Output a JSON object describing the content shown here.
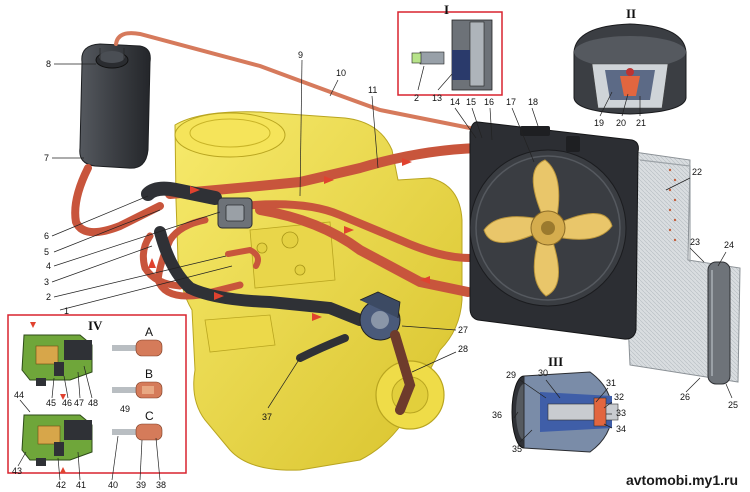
{
  "watermark": "avtomobi.my1.ru",
  "insets": {
    "I": "I",
    "II": "II",
    "III": "III",
    "IV": "IV"
  },
  "thermostat_states": {
    "A": "A",
    "B": "B",
    "C": "C"
  },
  "callouts": {
    "n1": "1",
    "n2": "2",
    "n3": "3",
    "n4": "4",
    "n5": "5",
    "n6": "6",
    "n7": "7",
    "n8": "8",
    "n9": "9",
    "n10": "10",
    "n11": "11",
    "n12": "2",
    "n13": "13",
    "n14": "14",
    "n15": "15",
    "n16": "16",
    "n17": "17",
    "n18": "18",
    "n19": "19",
    "n20": "20",
    "n21": "21",
    "n22": "22",
    "n23": "23",
    "n24": "24",
    "n25": "25",
    "n26": "26",
    "n27": "27",
    "n28": "28",
    "n29": "29",
    "n30": "30",
    "n31": "31",
    "n32": "32",
    "n33": "33",
    "n34": "34",
    "n35": "35",
    "n36": "36",
    "n37": "37",
    "n38": "38",
    "n39": "39",
    "n40": "40",
    "n41": "41",
    "n42": "42",
    "n43": "43",
    "n44": "44",
    "n45": "45",
    "n46": "46",
    "n47": "47",
    "n48": "48",
    "n49": "49"
  },
  "colors": {
    "engine": "#f2e14a",
    "engine_shade": "#d9c62e",
    "hose_red": "#c8553c",
    "hose_dark": "#2f3136",
    "tank": "#3a3d42",
    "radiator_frame": "#2c2e33",
    "radiator_core": "#d8dcdf",
    "fan": "#e9c66a",
    "inset_border": "#d9232f",
    "flow_arrow": "#e0422f",
    "thermo_body": "#6fa63a"
  }
}
